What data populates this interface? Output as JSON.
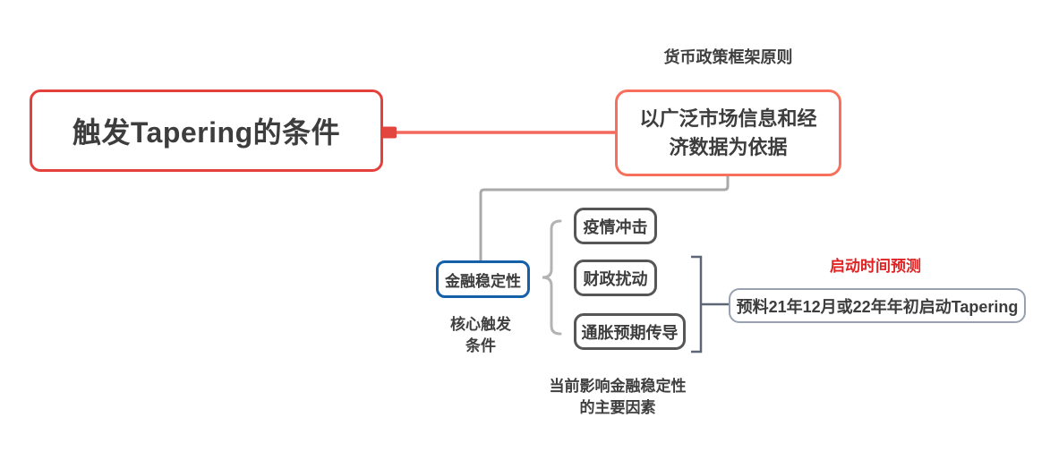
{
  "diagram": {
    "root": {
      "label": "触发Tapering的条件"
    },
    "principle": {
      "callout": "货币政策框架原则",
      "lines": [
        "以广泛市场信息和经",
        "济数据为依据"
      ]
    },
    "stability": {
      "label": "金融稳定性",
      "callout_lines": [
        "核心触发",
        "条件"
      ]
    },
    "factors": {
      "items": [
        "疫情冲击",
        "财政扰动",
        "通胀预期传导"
      ],
      "callout_lines": [
        "当前影响金融稳定性",
        "的主要因素"
      ]
    },
    "prediction": {
      "callout": "启动时间预测",
      "label": "预料21年12月或22年年初启动Tapering"
    }
  },
  "colors": {
    "root_border": "#e5413c",
    "root_connector": "#f2695c",
    "connector_nub": "#e3463f",
    "principle_border": "#f7705e",
    "stability_border": "#1560a8",
    "factor_border": "#565656",
    "prediction_border": "#98a1b1",
    "connector_gray": "#a9a9a9",
    "brace_gray": "#b3b3b3",
    "bracket_slate": "#5d6677",
    "text_dark": "#3d3d3d",
    "callout_red": "#e02222",
    "background": "#ffffff"
  }
}
